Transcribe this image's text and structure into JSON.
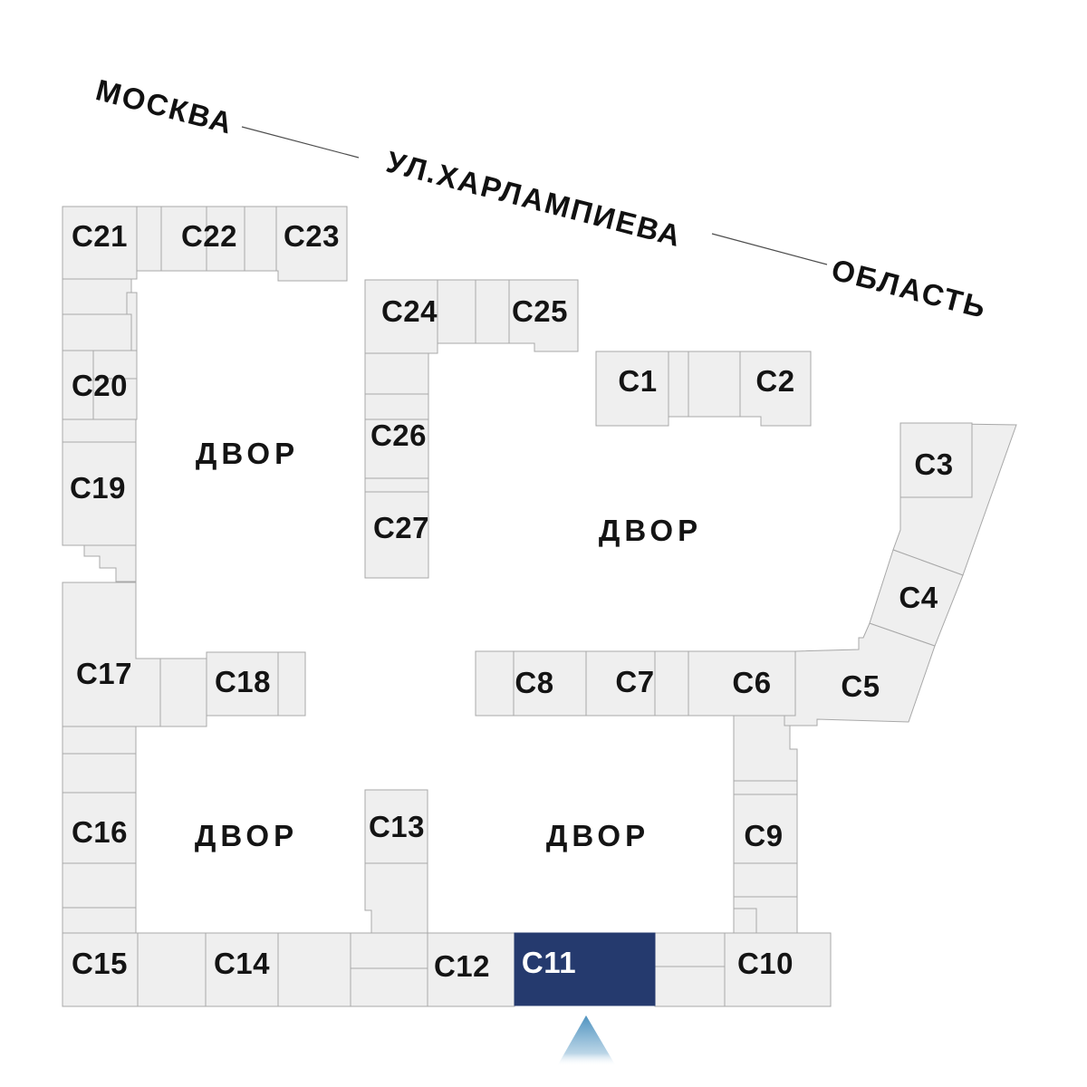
{
  "street": {
    "city_label": "МОСКВА",
    "street_label": "УЛ.ХАРЛАМПИЕВА",
    "region_label": "ОБЛАСТЬ"
  },
  "courtyards": [
    {
      "label": "ДВОР"
    },
    {
      "label": "ДВОР"
    },
    {
      "label": "ДВОР"
    },
    {
      "label": "ДВОР"
    }
  ],
  "blocks": [
    {
      "label": "C1"
    },
    {
      "label": "C2"
    },
    {
      "label": "C3"
    },
    {
      "label": "C4"
    },
    {
      "label": "C5"
    },
    {
      "label": "C6"
    },
    {
      "label": "C7"
    },
    {
      "label": "C8"
    },
    {
      "label": "C9"
    },
    {
      "label": "C10"
    },
    {
      "label": "C11",
      "selected": true
    },
    {
      "label": "C12"
    },
    {
      "label": "C13"
    },
    {
      "label": "C14"
    },
    {
      "label": "C15"
    },
    {
      "label": "C16"
    },
    {
      "label": "C17"
    },
    {
      "label": "C18"
    },
    {
      "label": "C19"
    },
    {
      "label": "C20"
    },
    {
      "label": "C21"
    },
    {
      "label": "C22"
    },
    {
      "label": "C23"
    },
    {
      "label": "C24"
    },
    {
      "label": "C25"
    },
    {
      "label": "C26"
    },
    {
      "label": "C27"
    }
  ],
  "selected_block": "C11",
  "colors": {
    "block_fill": "#efefef",
    "block_stroke": "#a8a8a8",
    "selected_fill": "#253a6e",
    "selected_label": "#ffffff",
    "label_color": "#141414",
    "street_color": "#111111",
    "marker_top": "#4f93c0",
    "marker_bottom": "#ffffff"
  }
}
